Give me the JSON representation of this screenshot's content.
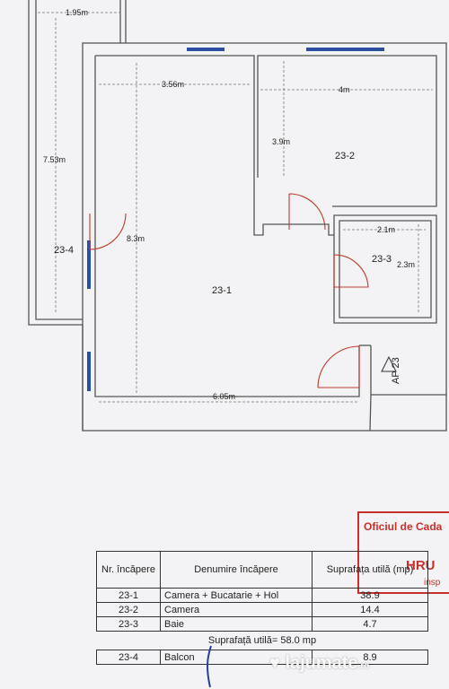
{
  "plan": {
    "dims": {
      "balcony_width": "1.95m",
      "balcony_length": "7.53m",
      "room1_width": "3.56m",
      "room1_length": "8.3m",
      "room1_bottom": "6.05m",
      "room2_width": "4m",
      "room2_depth": "3.9m",
      "room3_width": "2.1m",
      "room3_depth": "2.3m"
    },
    "rooms": {
      "r1": "23-1",
      "r2": "23-2",
      "r3": "23-3",
      "r4": "23-4"
    },
    "apartment_label": "AP 23"
  },
  "table": {
    "headers": [
      "Nr. încăpere",
      "Denumire încăpere",
      "Suprafața utilă (mp)"
    ],
    "rows": [
      {
        "nr": "23-1",
        "name": "Camera + Bucatarie + Hol",
        "area": "38.9"
      },
      {
        "nr": "23-2",
        "name": "Camera",
        "area": "14.4"
      },
      {
        "nr": "23-3",
        "name": "Baie",
        "area": "4.7"
      }
    ],
    "total": "Suprafață utilă= 58.0 mp",
    "balcony_row": {
      "nr": "23-4",
      "name": "Balcon",
      "area": "8.9"
    }
  },
  "stamp": {
    "line1": "Oficiul de Cada",
    "line2": "HRU",
    "line3": "insp"
  },
  "watermark": {
    "brand": "lajumate",
    "tld": ".ro"
  },
  "colors": {
    "stamp": "#c9302c",
    "window": "#2a4ea0",
    "door": "#c0392b"
  }
}
